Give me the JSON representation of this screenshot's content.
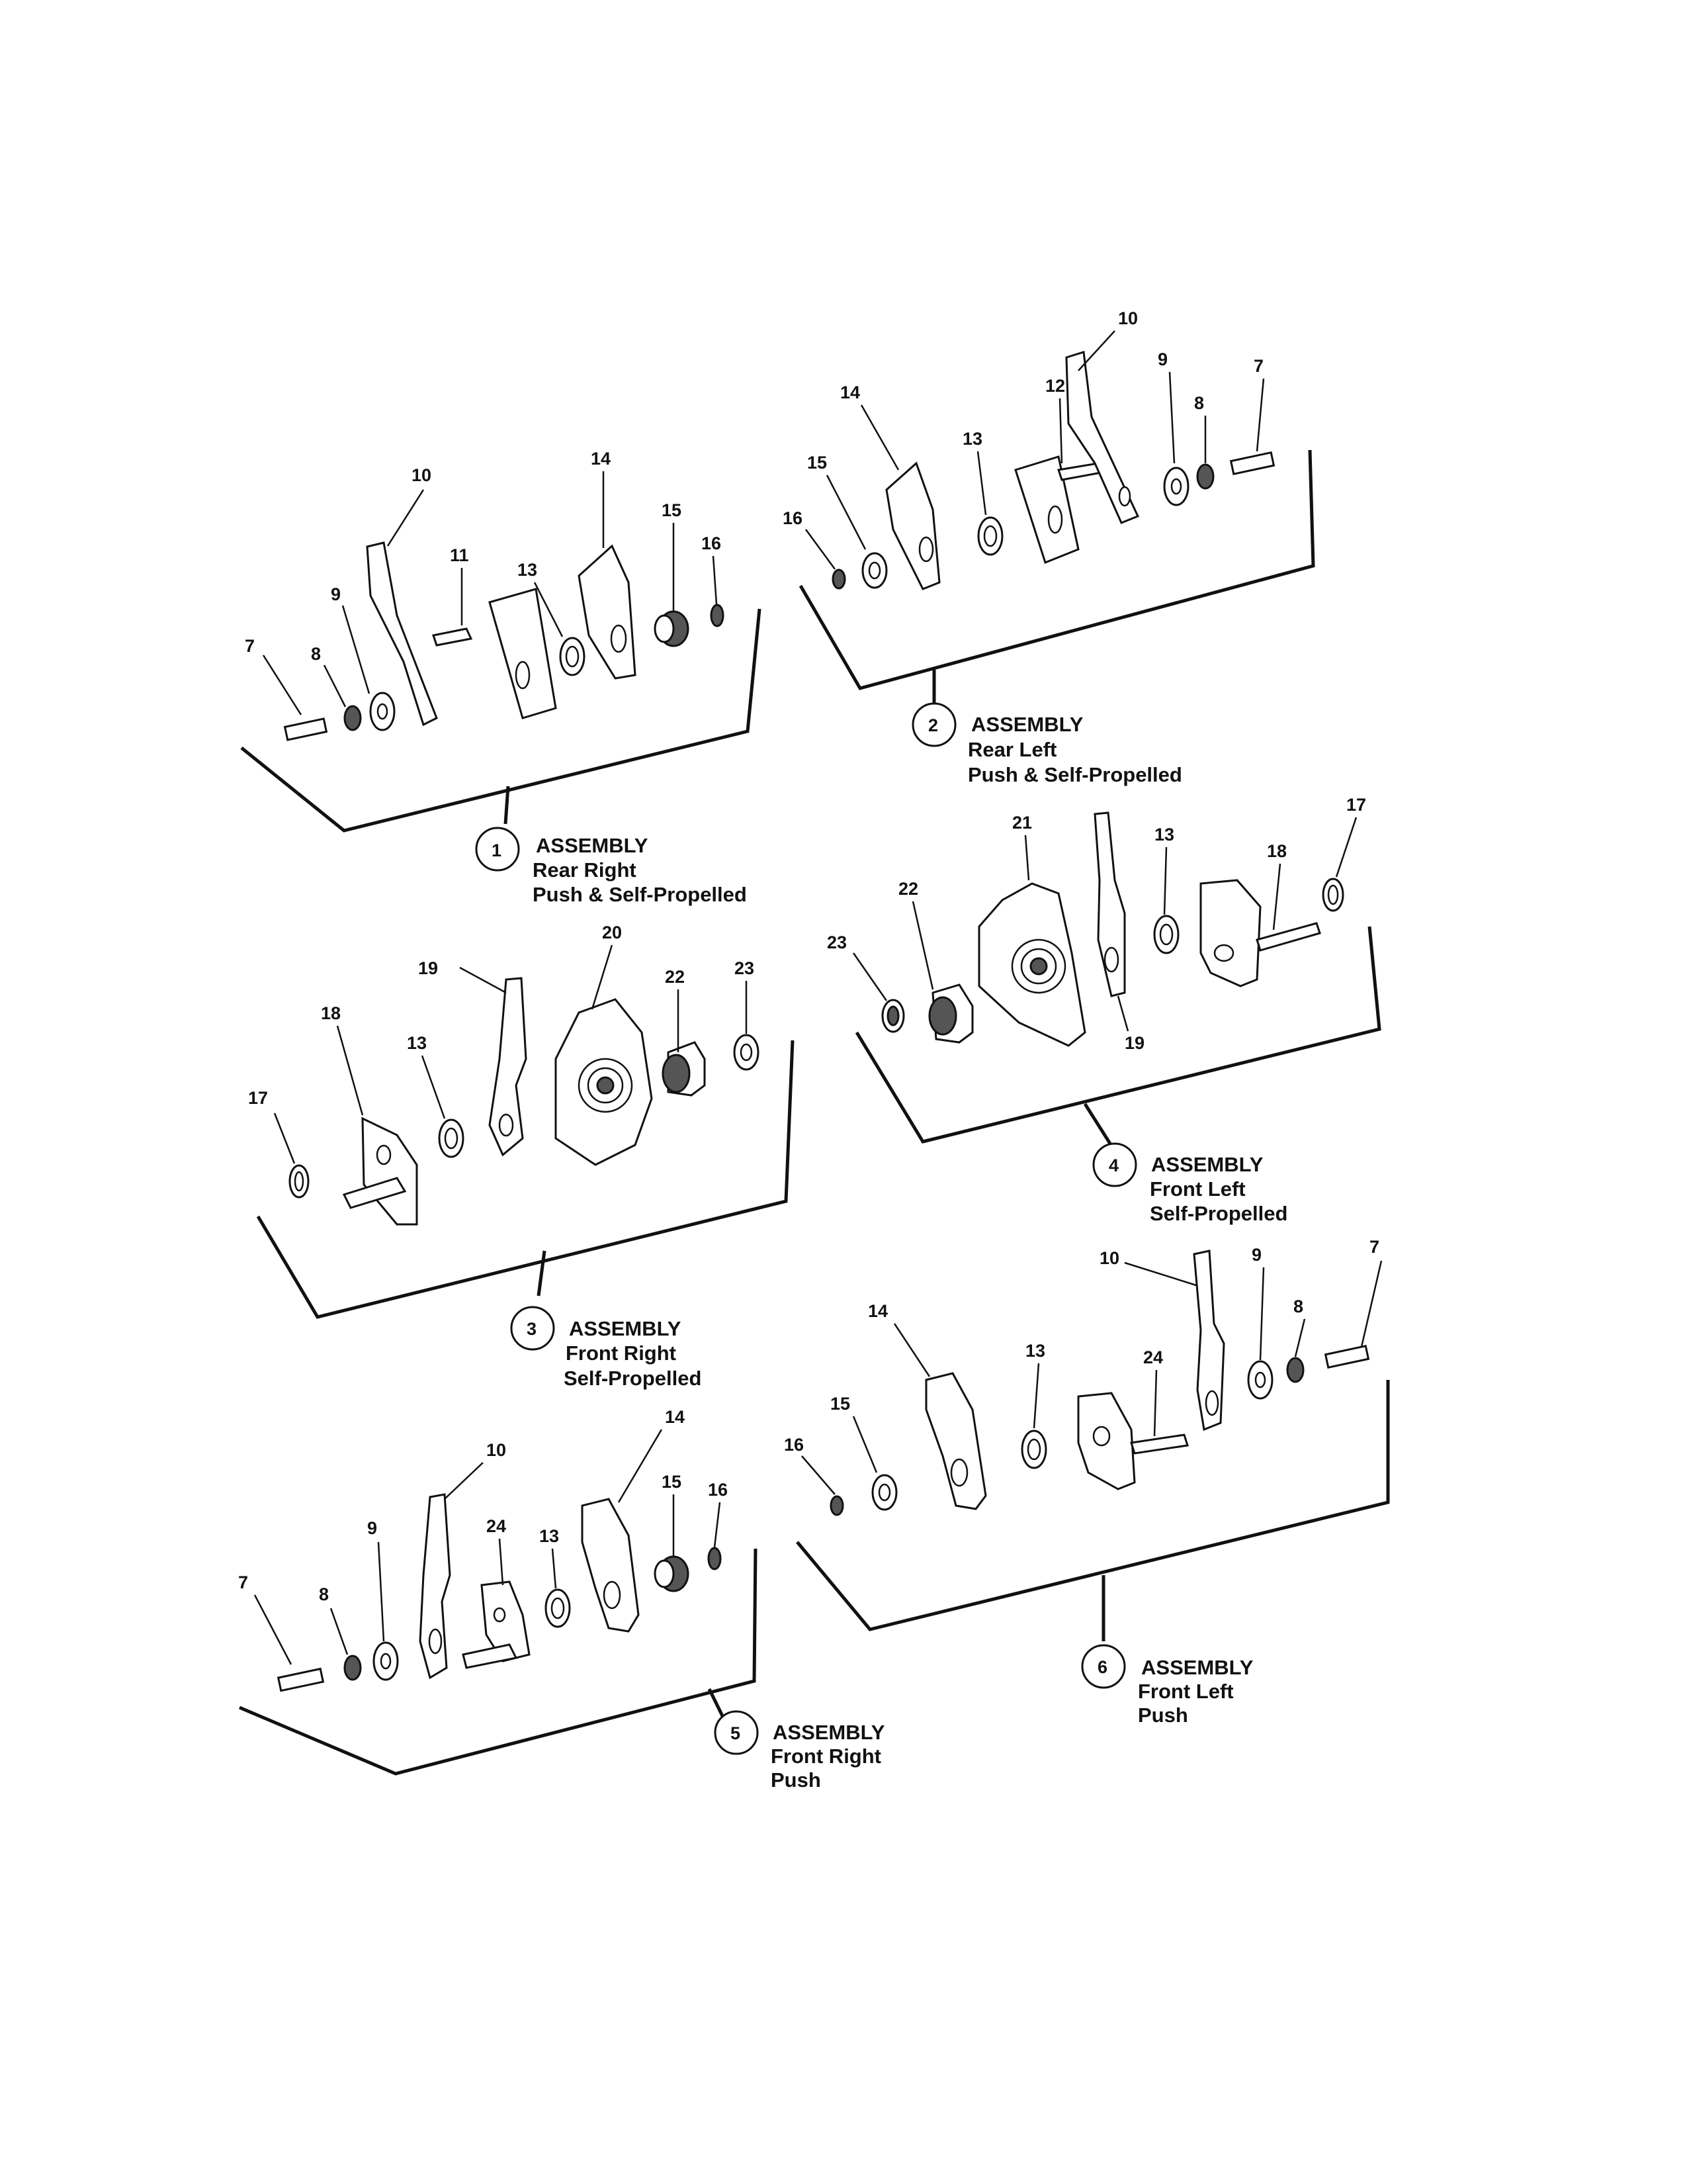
{
  "assemblies": [
    {
      "number": "1",
      "title": "ASSEMBLY",
      "line1": "Rear Right",
      "line2": "Push & Self-Propelled",
      "callouts": [
        "7",
        "8",
        "9",
        "10",
        "11",
        "13",
        "14",
        "15",
        "16"
      ]
    },
    {
      "number": "2",
      "title": "ASSEMBLY",
      "line1": "Rear Left",
      "line2": "Push & Self-Propelled",
      "callouts": [
        "16",
        "15",
        "14",
        "13",
        "12",
        "10",
        "9",
        "8",
        "7"
      ]
    },
    {
      "number": "3",
      "title": "ASSEMBLY",
      "line1": "Front Right",
      "line2": "Self-Propelled",
      "callouts": [
        "17",
        "18",
        "13",
        "19",
        "20",
        "22",
        "23"
      ]
    },
    {
      "number": "4",
      "title": "ASSEMBLY",
      "line1": "Front Left",
      "line2": "Self-Propelled",
      "callouts": [
        "23",
        "22",
        "21",
        "19",
        "13",
        "18",
        "17"
      ]
    },
    {
      "number": "5",
      "title": "ASSEMBLY",
      "line1": "Front Right",
      "line2": "Push",
      "callouts": [
        "7",
        "8",
        "9",
        "10",
        "24",
        "13",
        "14",
        "15",
        "16"
      ]
    },
    {
      "number": "6",
      "title": "ASSEMBLY",
      "line1": "Front Left",
      "line2": "Push",
      "callouts": [
        "16",
        "15",
        "14",
        "13",
        "24",
        "10",
        "9",
        "8",
        "7"
      ]
    }
  ]
}
